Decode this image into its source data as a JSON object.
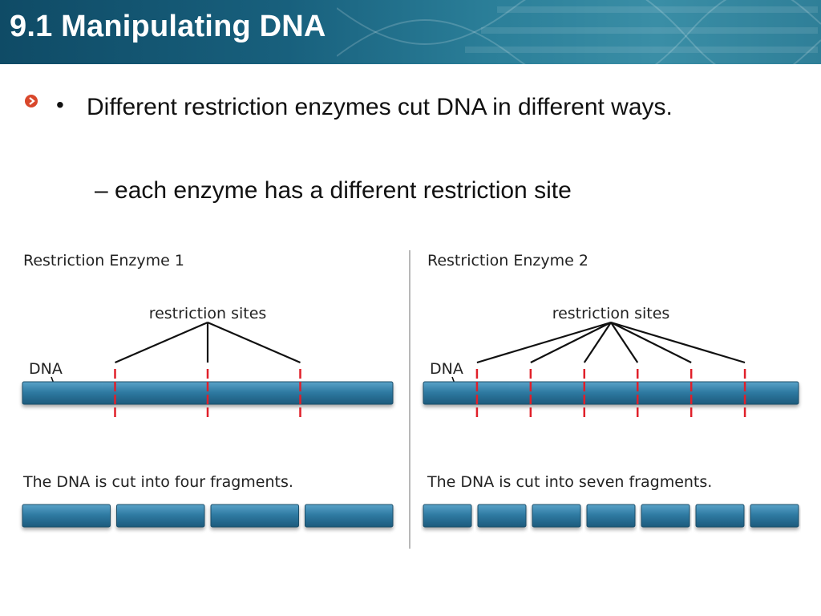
{
  "header": {
    "title": "9.1 Manipulating DNA"
  },
  "content": {
    "bullet": "Different restriction enzymes cut DNA in different ways.",
    "bullet_marker": "•",
    "sub": "– each enzyme has a different restriction site"
  },
  "diagram": {
    "panels": [
      {
        "heading": "Restriction Enzyme 1",
        "sites_label": "restriction sites",
        "dna_label": "DNA",
        "cut_positions": [
          0.25,
          0.5,
          0.75
        ],
        "fragments_caption": "The DNA is cut into four fragments.",
        "fragment_count": 4
      },
      {
        "heading": "Restriction Enzyme 2",
        "sites_label": "restriction sites",
        "dna_label": "DNA",
        "cut_positions": [
          0.143,
          0.286,
          0.429,
          0.571,
          0.714,
          0.857
        ],
        "fragments_caption": "The DNA is cut into seven fragments.",
        "fragment_count": 7
      }
    ]
  },
  "colors": {
    "header": "#18607d",
    "dna": "#2f7ba3",
    "cut": "#e0202a",
    "bullet_icon": "#d9472b"
  }
}
